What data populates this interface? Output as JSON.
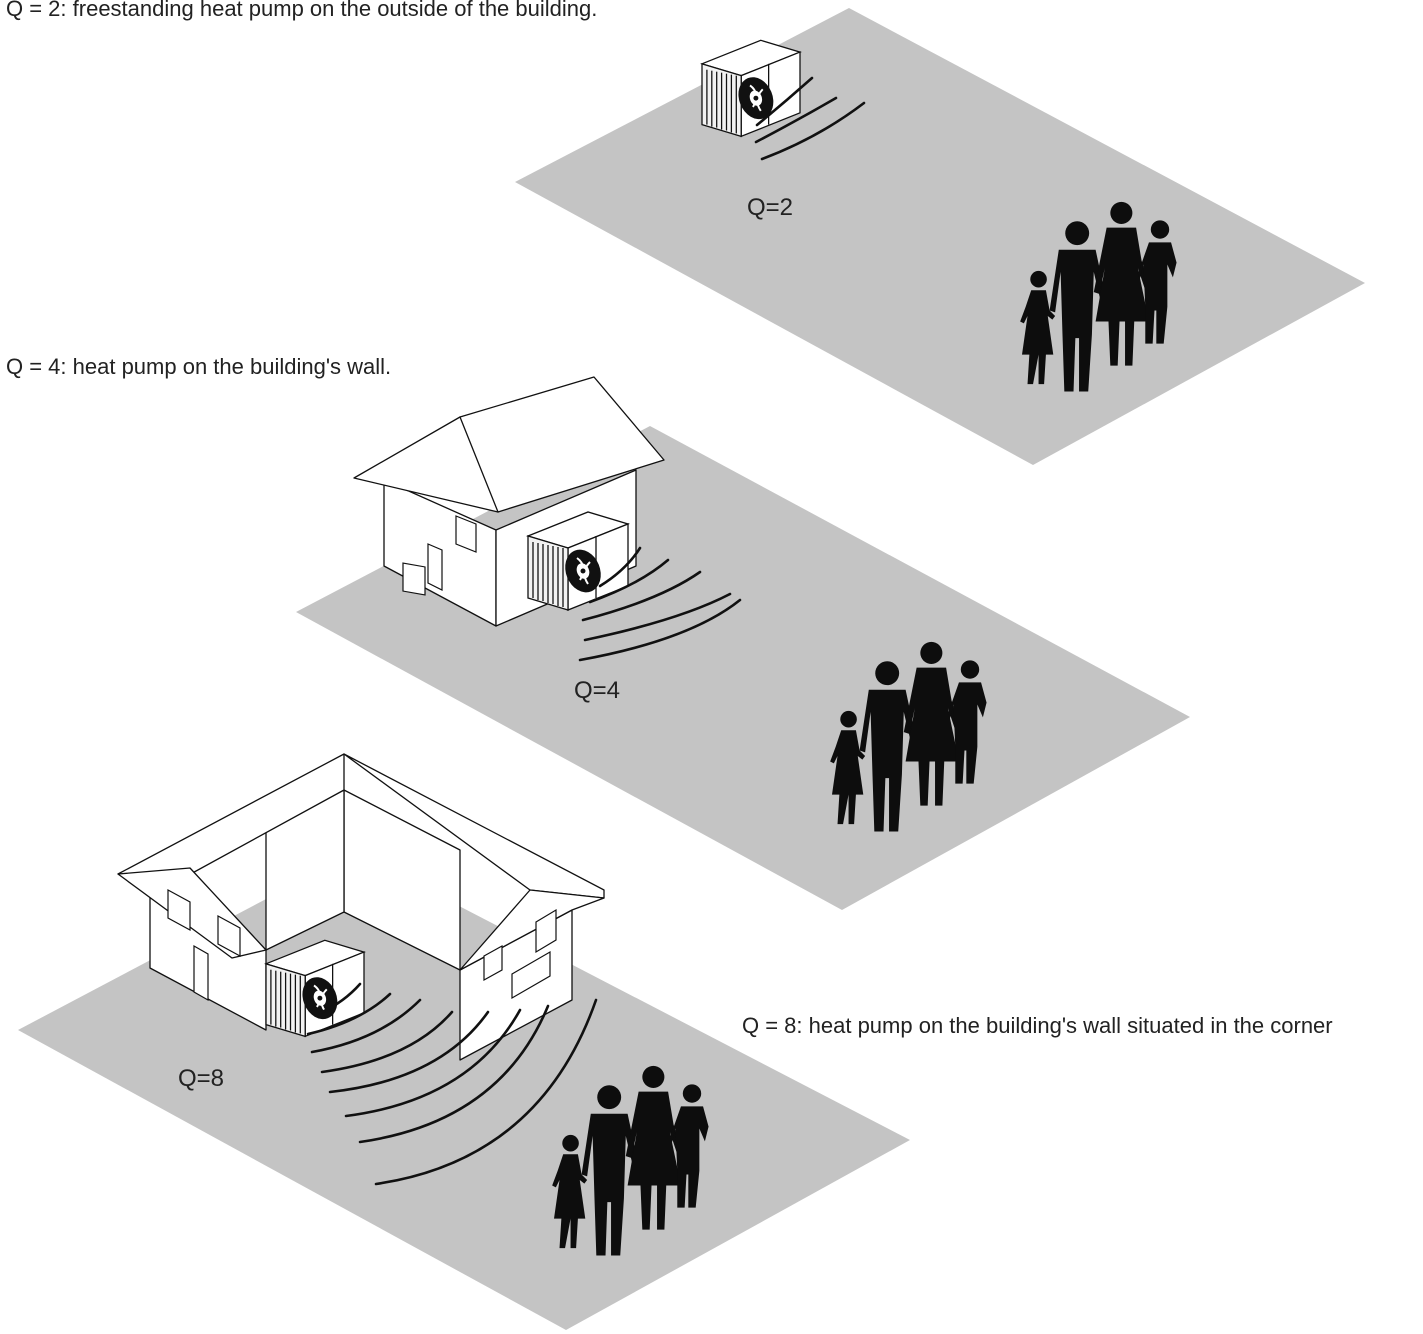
{
  "captions": {
    "q2": "Q = 2: freestanding heat pump on the outside of the building.",
    "q4": "Q = 4: heat pump on the building's wall.",
    "q8": "Q = 8: heat pump on the building's wall situated in the corner"
  },
  "labels": {
    "q2": "Q=2",
    "q4": "Q=4",
    "q8": "Q=8"
  },
  "colors": {
    "ground": "#c4c4c4",
    "ink": "#111111",
    "background": "#ffffff"
  },
  "icons": [
    "heat-pump-icon",
    "family-silhouette-icon",
    "house-icon",
    "l-shaped-house-icon"
  ]
}
